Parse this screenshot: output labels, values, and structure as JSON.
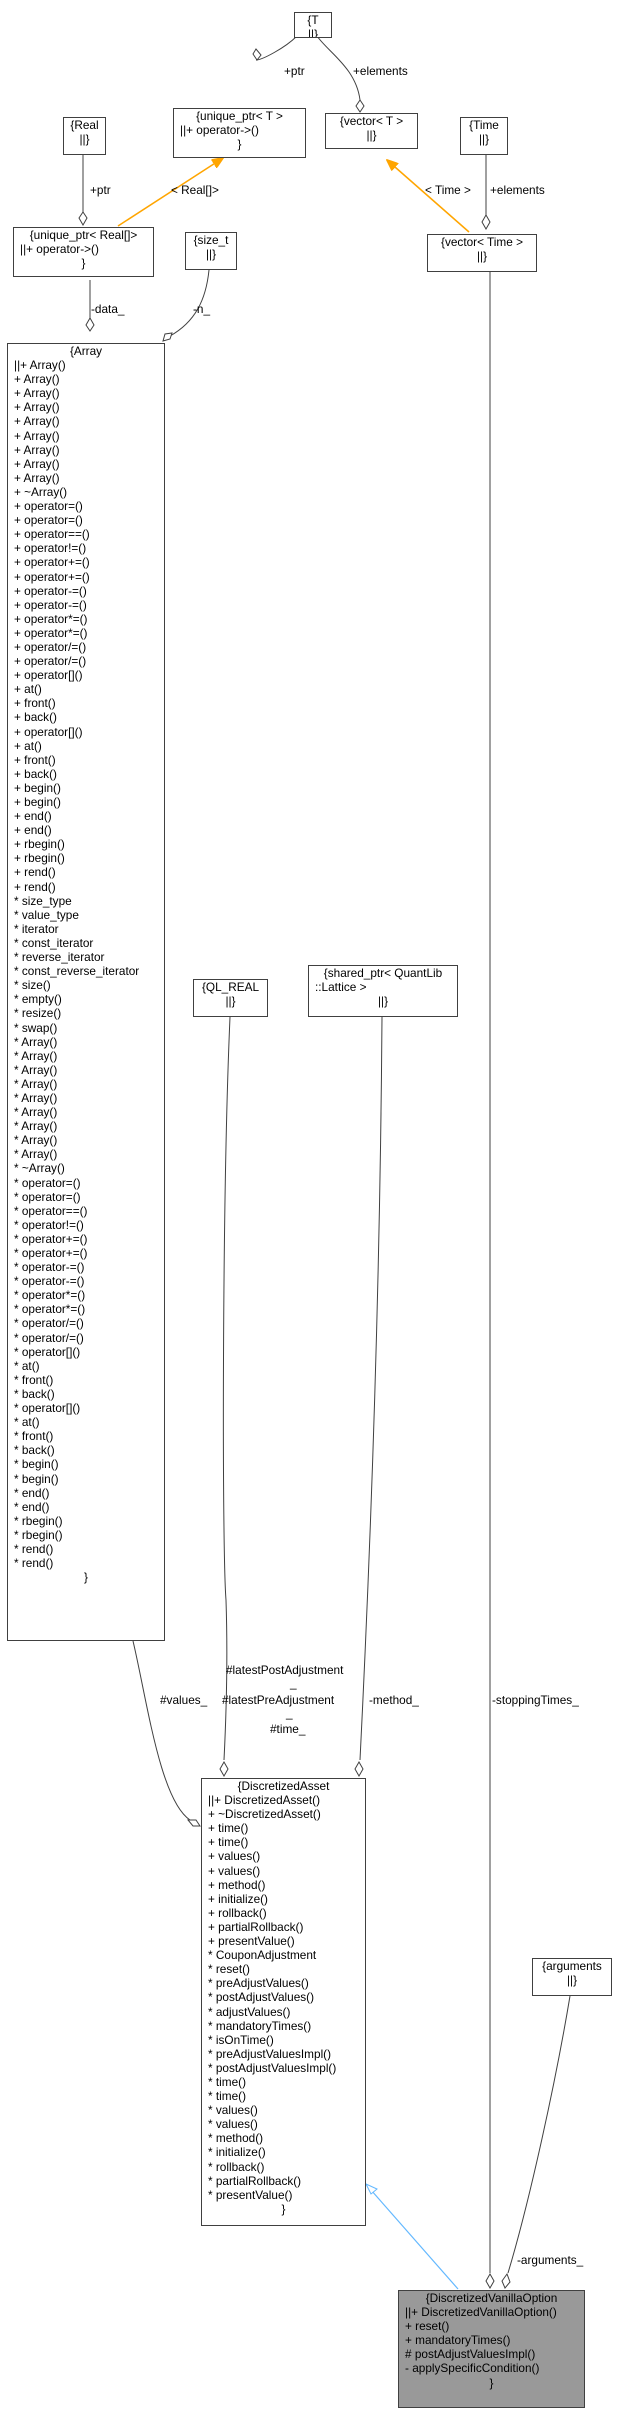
{
  "nodes": {
    "T": {
      "title": "{T",
      "members": [],
      "tail": "||}"
    },
    "unique_ptr_T": {
      "title": "{unique_ptr< T >",
      "members": [
        "||+ operator->()"
      ],
      "tail": "}"
    },
    "vector_T": {
      "title": "{vector< T >",
      "members": [],
      "tail": "||}"
    },
    "Real": {
      "title": "{Real",
      "members": [],
      "tail": "||}"
    },
    "Time": {
      "title": "{Time",
      "members": [],
      "tail": "||}"
    },
    "unique_ptr_Real": {
      "title": "{unique_ptr< Real[]>",
      "members": [
        "||+ operator->()"
      ],
      "tail": "}"
    },
    "size_t": {
      "title": "{size_t",
      "members": [],
      "tail": "||}"
    },
    "vector_Time": {
      "title": "{vector< Time >",
      "members": [],
      "tail": "||}"
    },
    "Array": {
      "title": "{Array",
      "members": [
        "||+ Array()",
        "+ Array()",
        "+ Array()",
        "+ Array()",
        "+ Array()",
        "+ Array()",
        "+ Array()",
        "+ Array()",
        "+ Array()",
        "+ ~Array()",
        "+ operator=()",
        "+ operator=()",
        "+ operator==()",
        "+ operator!=()",
        "+ operator+=()",
        "+ operator+=()",
        "+ operator-=()",
        "+ operator-=()",
        "+ operator*=()",
        "+ operator*=()",
        "+ operator/=()",
        "+ operator/=()",
        "+ operator[]()",
        "+ at()",
        "+ front()",
        "+ back()",
        "+ operator[]()",
        "+ at()",
        "+ front()",
        "+ back()",
        "+ begin()",
        "+ begin()",
        "+ end()",
        "+ end()",
        "+ rbegin()",
        "+ rbegin()",
        "+ rend()",
        "+ rend()",
        "* size_type",
        "* value_type",
        "* iterator",
        "* const_iterator",
        "* reverse_iterator",
        "* const_reverse_iterator",
        "* size()",
        "* empty()",
        "* resize()",
        "* swap()",
        "* Array()",
        "* Array()",
        "* Array()",
        "* Array()",
        "* Array()",
        "* Array()",
        "* Array()",
        "* Array()",
        "* Array()",
        "* ~Array()",
        "* operator=()",
        "* operator=()",
        "* operator==()",
        "* operator!=()",
        "* operator+=()",
        "* operator+=()",
        "* operator-=()",
        "* operator-=()",
        "* operator*=()",
        "* operator*=()",
        "* operator/=()",
        "* operator/=()",
        "* operator[]()",
        "* at()",
        "* front()",
        "* back()",
        "* operator[]()",
        "* at()",
        "* front()",
        "* back()",
        "* begin()",
        "* begin()",
        "* end()",
        "* end()",
        "* rbegin()",
        "* rbegin()",
        "* rend()",
        "* rend()"
      ],
      "tail": "}"
    },
    "QL_REAL": {
      "title": "{QL_REAL",
      "members": [],
      "tail": "||}"
    },
    "shared_ptr_Lattice": {
      "title": "{shared_ptr< QuantLib",
      "members": [
        "::Lattice >"
      ],
      "tail": "||}"
    },
    "DiscretizedAsset": {
      "title": "{DiscretizedAsset",
      "members": [
        "||+ DiscretizedAsset()",
        "+ ~DiscretizedAsset()",
        "+ time()",
        "+ time()",
        "+ values()",
        "+ values()",
        "+ method()",
        "+ initialize()",
        "+ rollback()",
        "+ partialRollback()",
        "+ presentValue()",
        "* CouponAdjustment",
        "* reset()",
        "* preAdjustValues()",
        "* postAdjustValues()",
        "* adjustValues()",
        "* mandatoryTimes()",
        "* isOnTime()",
        "* preAdjustValuesImpl()",
        "* postAdjustValuesImpl()",
        "* time()",
        "* time()",
        "* values()",
        "* values()",
        "* method()",
        "* initialize()",
        "* rollback()",
        "* partialRollback()",
        "* presentValue()"
      ],
      "tail": "}"
    },
    "arguments": {
      "title": "{arguments",
      "members": [],
      "tail": "||}"
    },
    "DiscretizedVanillaOption": {
      "title": "{DiscretizedVanillaOption",
      "members": [
        "||+ DiscretizedVanillaOption()",
        "+ reset()",
        "+ mandatoryTimes()",
        "# postAdjustValuesImpl()",
        "- applySpecificCondition()"
      ],
      "tail": "}"
    }
  },
  "edge_labels": {
    "ptr": "+ptr",
    "elements_top": "+elements",
    "ptr_real": "+ptr",
    "real_array": "< Real[]>",
    "time_tpl": "< Time >",
    "elements_time": "+elements",
    "data": "-data_",
    "n": "-n_",
    "latest_post": "#latestPostAdjustment",
    "latest_post_under": "_",
    "latest_pre": "#latestPreAdjustment",
    "latest_pre_under": "_",
    "time": "#time_",
    "method": "-method_",
    "values": "#values_",
    "stopping": "-stoppingTimes_",
    "arguments": "-arguments_"
  },
  "colors": {
    "edge": "#404040",
    "template_edge": "#ffa500",
    "inheritance_edge": "#63b8ff",
    "highlight_fill": "#999999",
    "node_border": "#404040"
  }
}
